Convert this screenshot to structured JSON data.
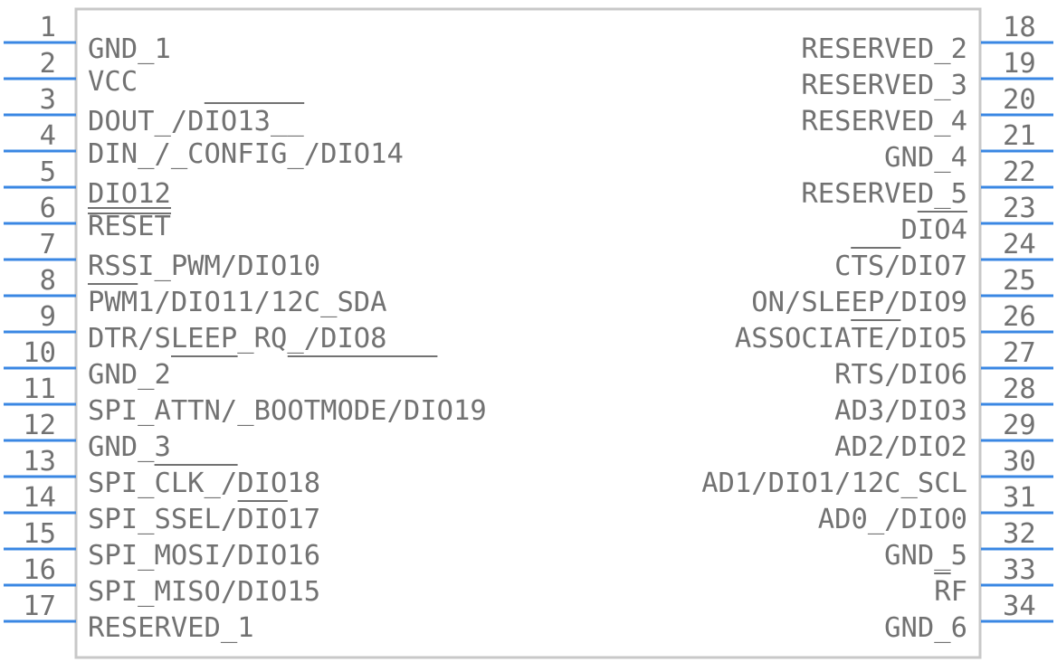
{
  "colors": {
    "body_stroke": "#c8c8c8",
    "pin": "#3a87e3",
    "text": "#727272",
    "bar": "#727272",
    "background": "#ffffff"
  },
  "left_pins": [
    {
      "num": "1",
      "label": "GND_1"
    },
    {
      "num": "2",
      "label": "VCC"
    },
    {
      "num": "3",
      "label": "DOUT_/DIO13__"
    },
    {
      "num": "4",
      "label": "DIN_/_CONFIG_/DIO14"
    },
    {
      "num": "5",
      "label": "DIO12"
    },
    {
      "num": "6",
      "label": "RESET"
    },
    {
      "num": "7",
      "label": "RSSI_PWM/DIO10"
    },
    {
      "num": "8",
      "label": "PWM1/DIO11/12C_SDA"
    },
    {
      "num": "9",
      "label": "DTR/SLEEP_RQ_/DIO8"
    },
    {
      "num": "10",
      "label": "GND_2"
    },
    {
      "num": "11",
      "label": "SPI_ATTN/_BOOTMODE/DIO19"
    },
    {
      "num": "12",
      "label": "GND_3"
    },
    {
      "num": "13",
      "label": "SPI_CLK_/DIO18"
    },
    {
      "num": "14",
      "label": "SPI_SSEL/DIO17"
    },
    {
      "num": "15",
      "label": "SPI_MOSI/DIO16"
    },
    {
      "num": "16",
      "label": "SPI_MISO/DIO15"
    },
    {
      "num": "17",
      "label": "RESERVED_1"
    }
  ],
  "right_pins": [
    {
      "num": "18",
      "label": "RESERVED_2"
    },
    {
      "num": "19",
      "label": "RESERVED_3"
    },
    {
      "num": "20",
      "label": "RESERVED_4"
    },
    {
      "num": "21",
      "label": "GND_4"
    },
    {
      "num": "22",
      "label": "RESERVED_5"
    },
    {
      "num": "23",
      "label": "DIO4"
    },
    {
      "num": "24",
      "label": "CTS/DIO7"
    },
    {
      "num": "25",
      "label": "ON/SLEEP/DIO9"
    },
    {
      "num": "26",
      "label": "ASSOCIATE/DIO5"
    },
    {
      "num": "27",
      "label": "RTS/DIO6"
    },
    {
      "num": "28",
      "label": "AD3/DIO3"
    },
    {
      "num": "29",
      "label": "AD2/DIO2"
    },
    {
      "num": "30",
      "label": "AD1/DIO1/12C_SCL"
    },
    {
      "num": "31",
      "label": "AD0_/DIO0"
    },
    {
      "num": "32",
      "label": "GND_5"
    },
    {
      "num": "33",
      "label": "RF"
    },
    {
      "num": "34",
      "label": "GND_6"
    }
  ]
}
